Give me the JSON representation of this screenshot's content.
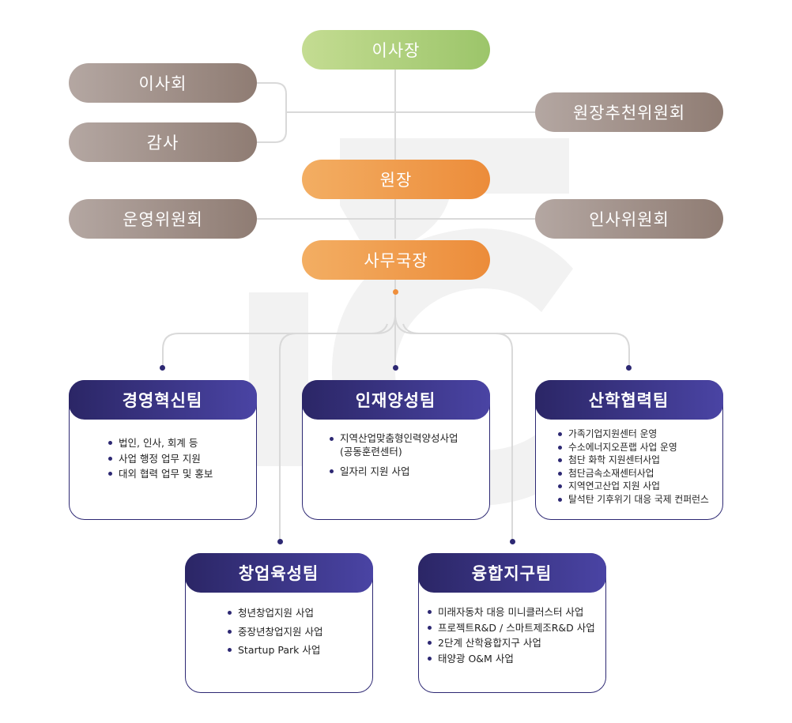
{
  "governance": {
    "chairman": "이사장",
    "board": "이사회",
    "auditor": "감사",
    "recommendation_committee": "원장추천위원회",
    "director": "원장",
    "operations_committee": "운영위원회",
    "hr_committee": "인사위원회",
    "secretary_general": "사무국장"
  },
  "teams": [
    {
      "name": "경영혁신팀",
      "items": [
        "법인, 인사, 회계 등",
        "사업 행정 업무 지원",
        "대외 협력 업무 및 홍보"
      ]
    },
    {
      "name": "인재양성팀",
      "items": [
        "지역산업맞춤형인력양성사업\n(공동훈련센터)",
        "일자리 지원 사업"
      ]
    },
    {
      "name": "산학협력팀",
      "items": [
        "가족기업지원센터 운영",
        "수소에너지오픈랩 사업 운영",
        "첨단 화학 지원센터사업",
        "첨단금속소재센터사업",
        "지역연고산업 지원 사업",
        "탈석탄 기후위기 대응 국제 컨퍼런스"
      ]
    },
    {
      "name": "창업육성팀",
      "items": [
        "청년창업지원 사업",
        "중장년창업지원 사업",
        "Startup Park 사업"
      ]
    },
    {
      "name": "융합지구팀",
      "items": [
        "미래자동차 대응 미니클러스터 사업",
        "프로젝트R&D / 스마트제조R&D 사업",
        "2단계 산학융합지구 사업",
        "태양광 O&M 사업"
      ]
    }
  ],
  "colors": {
    "governance_pill": "#9b8a82",
    "chairman_pill": "#acd07e",
    "executive_pill": "#ef9444",
    "team_header": "#2d2873",
    "connector_line": "#d9d9d9",
    "watermark": "#f2f2f2"
  }
}
